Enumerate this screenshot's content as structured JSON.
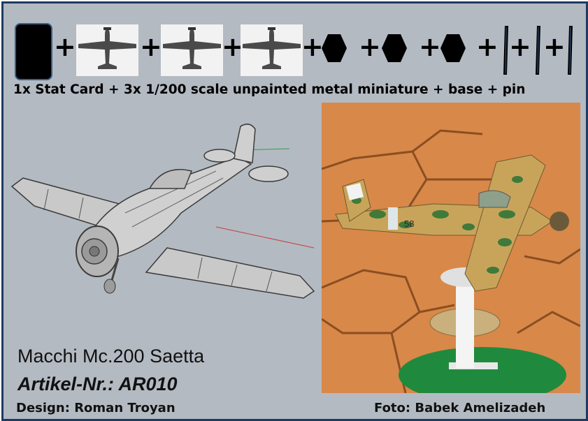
{
  "contents": {
    "items": [
      {
        "kind": "stat-card",
        "icon": "stat-card-icon"
      },
      {
        "kind": "miniature",
        "icon": "plane-silhouette-icon"
      },
      {
        "kind": "miniature",
        "icon": "plane-silhouette-icon"
      },
      {
        "kind": "miniature",
        "icon": "plane-silhouette-icon"
      },
      {
        "kind": "base",
        "icon": "hexagon-base-icon"
      },
      {
        "kind": "base",
        "icon": "hexagon-base-icon"
      },
      {
        "kind": "base",
        "icon": "hexagon-base-icon"
      },
      {
        "kind": "pin",
        "icon": "pin-icon"
      },
      {
        "kind": "pin",
        "icon": "pin-icon"
      },
      {
        "kind": "pin",
        "icon": "pin-icon"
      }
    ],
    "separator": "+",
    "caption": "1x Stat Card + 3x 1/200 scale unpainted metal miniature + base + pin"
  },
  "product": {
    "name": "Macchi Mc.200 Saetta",
    "article": "Artikel-Nr.: AR010",
    "design": "Design: Roman Troyan",
    "photo_credit": "Foto: Babek Amelizadeh",
    "photo_marking": "58"
  },
  "colors": {
    "frame_border": "#1f3a60",
    "background": "#b4bac2",
    "photo_hex_fill": "#d88848",
    "camouflage_base": "#c8a45a",
    "camouflage_spots": "#3f7a3a",
    "stand_green": "#1f8a3e"
  }
}
